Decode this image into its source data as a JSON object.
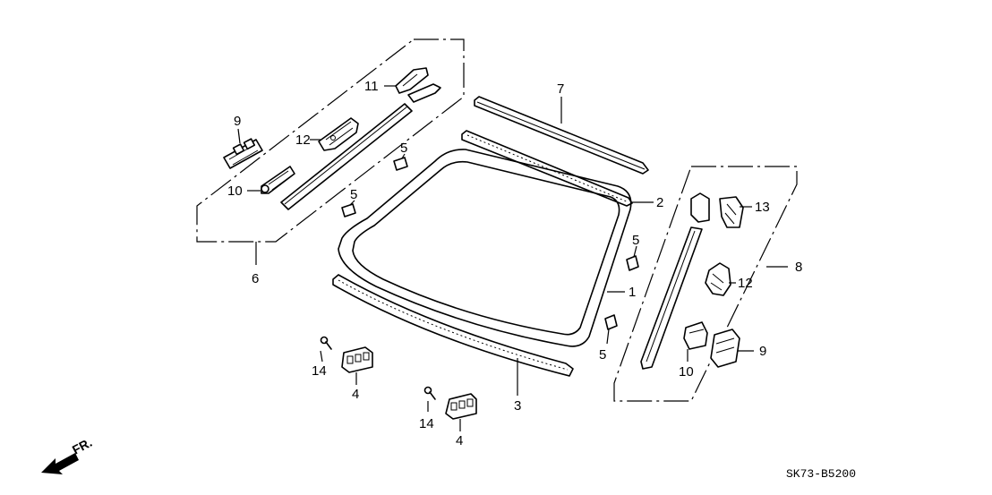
{
  "callouts": {
    "c1": "1",
    "c2": "2",
    "c3": "3",
    "c4a": "4",
    "c4b": "4",
    "c5a": "5",
    "c5b": "5",
    "c5c": "5",
    "c5d": "5",
    "c6": "6",
    "c7": "7",
    "c8": "8",
    "c9a": "9",
    "c9b": "9",
    "c10a": "10",
    "c10b": "10",
    "c11": "11",
    "c12a": "12",
    "c12b": "12",
    "c13": "13",
    "c14a": "14",
    "c14b": "14"
  },
  "direction": {
    "label": "FR."
  },
  "diagram_code": "SK73-B5200"
}
